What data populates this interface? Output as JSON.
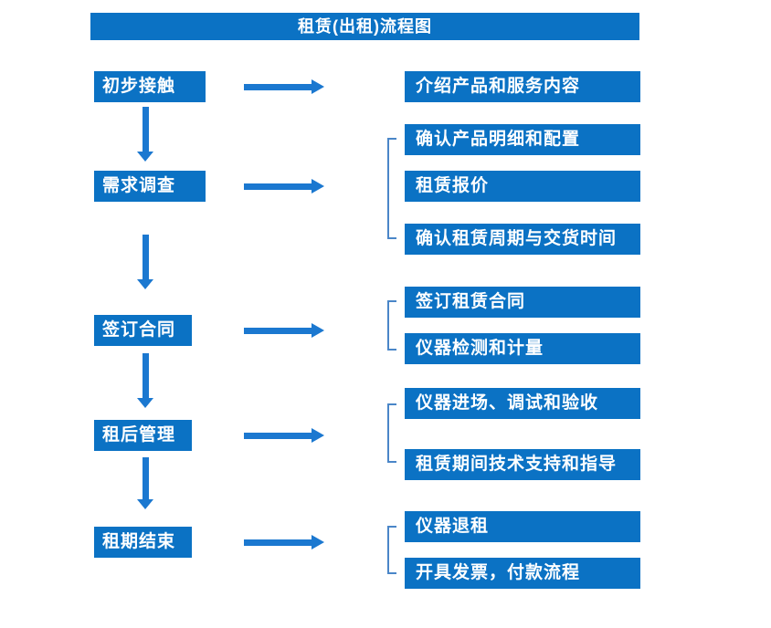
{
  "title": "租赁(出租)流程图",
  "colors": {
    "background": "#ffffff",
    "box_fill": "#0b72c4",
    "arrow": "#1b78d0",
    "bracket": "#4a86c8",
    "text": "#ffffff"
  },
  "steps": [
    {
      "label": "初步接触",
      "details": [
        "介绍产品和服务内容"
      ]
    },
    {
      "label": "需求调查",
      "details": [
        "确认产品明细和配置",
        "租赁报价",
        "确认租赁周期与交货时间"
      ]
    },
    {
      "label": "签订合同",
      "details": [
        "签订租赁合同",
        "仪器检测和计量"
      ]
    },
    {
      "label": "租后管理",
      "details": [
        "仪器进场、调试和验收",
        "租赁期间技术支持和指导"
      ]
    },
    {
      "label": "租期结束",
      "details": [
        "仪器退租",
        "开具发票，付款流程"
      ]
    }
  ]
}
